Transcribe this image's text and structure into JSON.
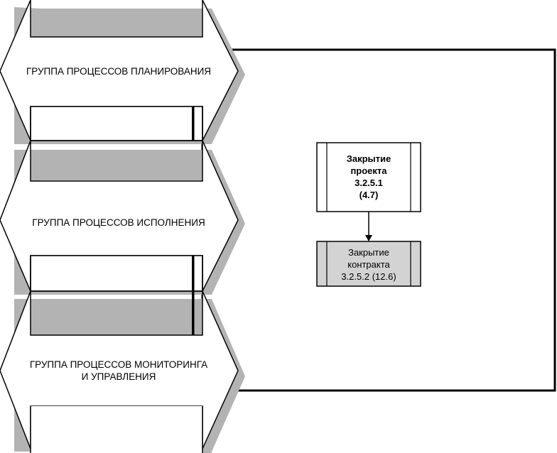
{
  "groups": [
    {
      "label": "ГРУППА ПРОЦЕССОВ ПЛАНИРОВАНИЯ"
    },
    {
      "label": "ГРУППА ПРОЦЕССОВ ИСПОЛНЕНИЯ"
    },
    {
      "label_line1": "ГРУППА ПРОЦЕССОВ МОНИТОРИНГА",
      "label_line2": "И УПРАВЛЕНИЯ"
    }
  ],
  "processes": [
    {
      "line1": "Закрытие",
      "line2": "проекта",
      "line3": "3.2.5.1",
      "line4": "(4.7)"
    },
    {
      "line1": "Закрытие",
      "line2": "контракта",
      "line3": "3.2.5.2 (12.6)"
    }
  ],
  "colors": {
    "shadow": "#b3b3b3",
    "outline": "#000000",
    "contract_fill": "#d3d3d3"
  }
}
